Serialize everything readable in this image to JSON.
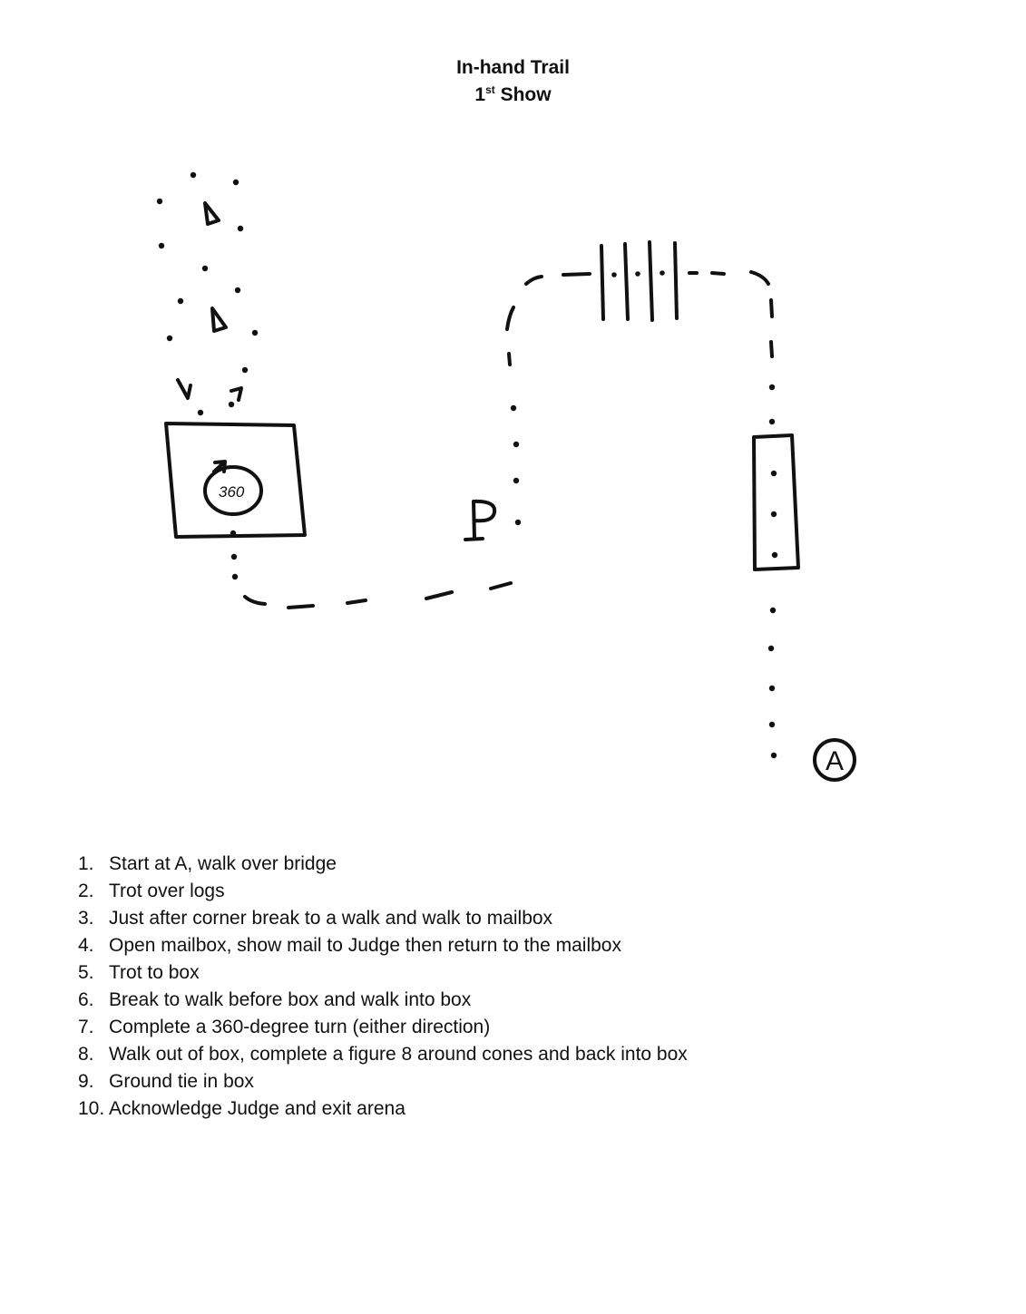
{
  "header": {
    "title": "In-hand Trail",
    "subtitle_number": "1",
    "subtitle_suffix": "st",
    "subtitle_rest": " Show"
  },
  "diagram": {
    "box_label": "360",
    "mailbox_label": "P",
    "start_label": "A"
  },
  "instructions": [
    {
      "num": "1.",
      "text": "Start at A, walk over bridge"
    },
    {
      "num": "2.",
      "text": "Trot over logs"
    },
    {
      "num": "3.",
      "text": "Just after corner break to a walk and walk to mailbox"
    },
    {
      "num": "4.",
      "text": "Open mailbox, show mail to Judge then return to the mailbox"
    },
    {
      "num": "5.",
      "text": "Trot to box"
    },
    {
      "num": "6.",
      "text": "Break to walk before box and walk into box"
    },
    {
      "num": "7.",
      "text": "Complete a 360-degree turn (either direction)"
    },
    {
      "num": "8.",
      "text": "Walk out of box, complete a figure 8 around cones and back into box"
    },
    {
      "num": "9.",
      "text": "Ground tie in box"
    },
    {
      "num": "10.",
      "text": "Acknowledge Judge and exit arena"
    }
  ]
}
